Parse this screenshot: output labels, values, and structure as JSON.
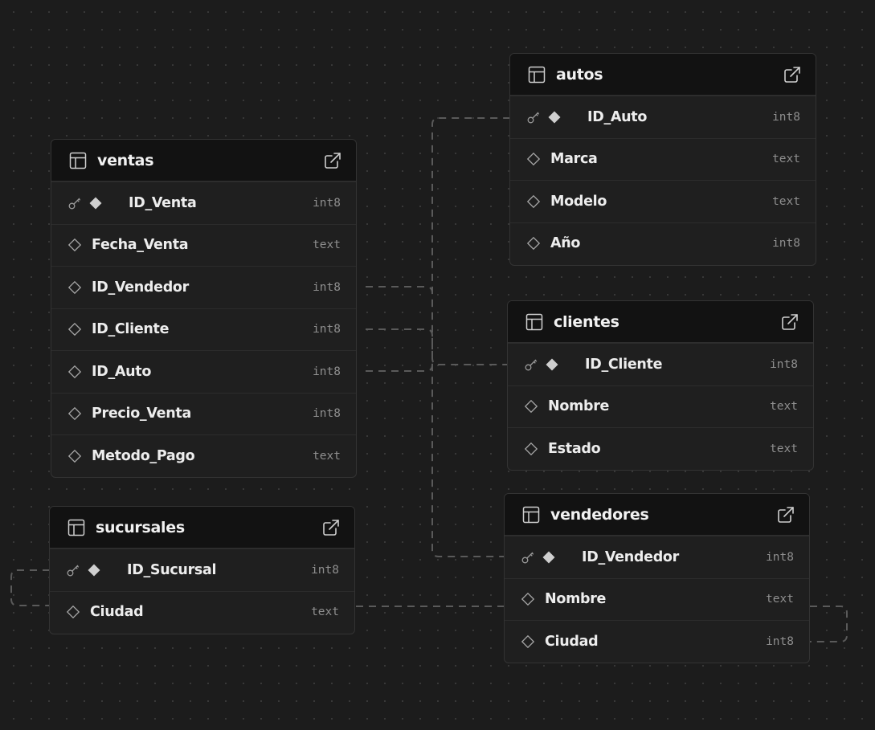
{
  "tables": [
    {
      "name": "ventas",
      "fields": [
        {
          "name": "ID_Venta",
          "type": "int8",
          "pk": true
        },
        {
          "name": "Fecha_Venta",
          "type": "text",
          "pk": false
        },
        {
          "name": "ID_Vendedor",
          "type": "int8",
          "pk": false
        },
        {
          "name": "ID_Cliente",
          "type": "int8",
          "pk": false
        },
        {
          "name": "ID_Auto",
          "type": "int8",
          "pk": false
        },
        {
          "name": "Precio_Venta",
          "type": "int8",
          "pk": false
        },
        {
          "name": "Metodo_Pago",
          "type": "text",
          "pk": false
        }
      ]
    },
    {
      "name": "sucursales",
      "fields": [
        {
          "name": "ID_Sucursal",
          "type": "int8",
          "pk": true
        },
        {
          "name": "Ciudad",
          "type": "text",
          "pk": false
        }
      ]
    },
    {
      "name": "autos",
      "fields": [
        {
          "name": "ID_Auto",
          "type": "int8",
          "pk": true
        },
        {
          "name": "Marca",
          "type": "text",
          "pk": false
        },
        {
          "name": "Modelo",
          "type": "text",
          "pk": false
        },
        {
          "name": "Año",
          "type": "int8",
          "pk": false
        }
      ]
    },
    {
      "name": "clientes",
      "fields": [
        {
          "name": "ID_Cliente",
          "type": "int8",
          "pk": true
        },
        {
          "name": "Nombre",
          "type": "text",
          "pk": false
        },
        {
          "name": "Estado",
          "type": "text",
          "pk": false
        }
      ]
    },
    {
      "name": "vendedores",
      "fields": [
        {
          "name": "ID_Vendedor",
          "type": "int8",
          "pk": true
        },
        {
          "name": "Nombre",
          "type": "text",
          "pk": false
        },
        {
          "name": "Ciudad",
          "type": "int8",
          "pk": false
        }
      ]
    }
  ],
  "icons": {
    "table": "table-icon",
    "open": "external-link-icon",
    "primary_key": "key-icon",
    "field": "diamond-icon"
  }
}
